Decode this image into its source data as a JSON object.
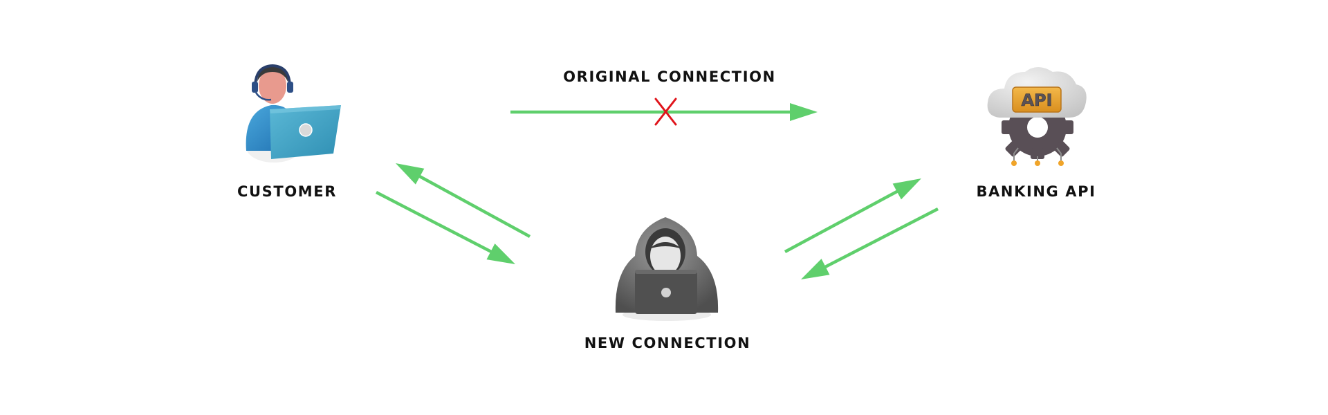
{
  "diagram": {
    "nodes": {
      "customer": {
        "label": "CUSTOMER",
        "icon": "customer-support-laptop-icon"
      },
      "banking_api": {
        "label": "BANKING API",
        "icon": "api-cloud-gear-icon",
        "badge_text": "API"
      },
      "attacker": {
        "label": "NEW CONNECTION",
        "icon": "hooded-hacker-laptop-icon"
      }
    },
    "connections": {
      "original": {
        "label": "ORIGINAL CONNECTION",
        "status": "blocked",
        "marker": "red-x"
      }
    },
    "colors": {
      "arrow": "#5fcf6c",
      "blocked_mark": "#e0141b",
      "label_text": "#111111",
      "laptop_blue": "#3fa3c6",
      "hoodie_gray": "#6e6e6e",
      "api_badge": "#e8a531"
    }
  }
}
